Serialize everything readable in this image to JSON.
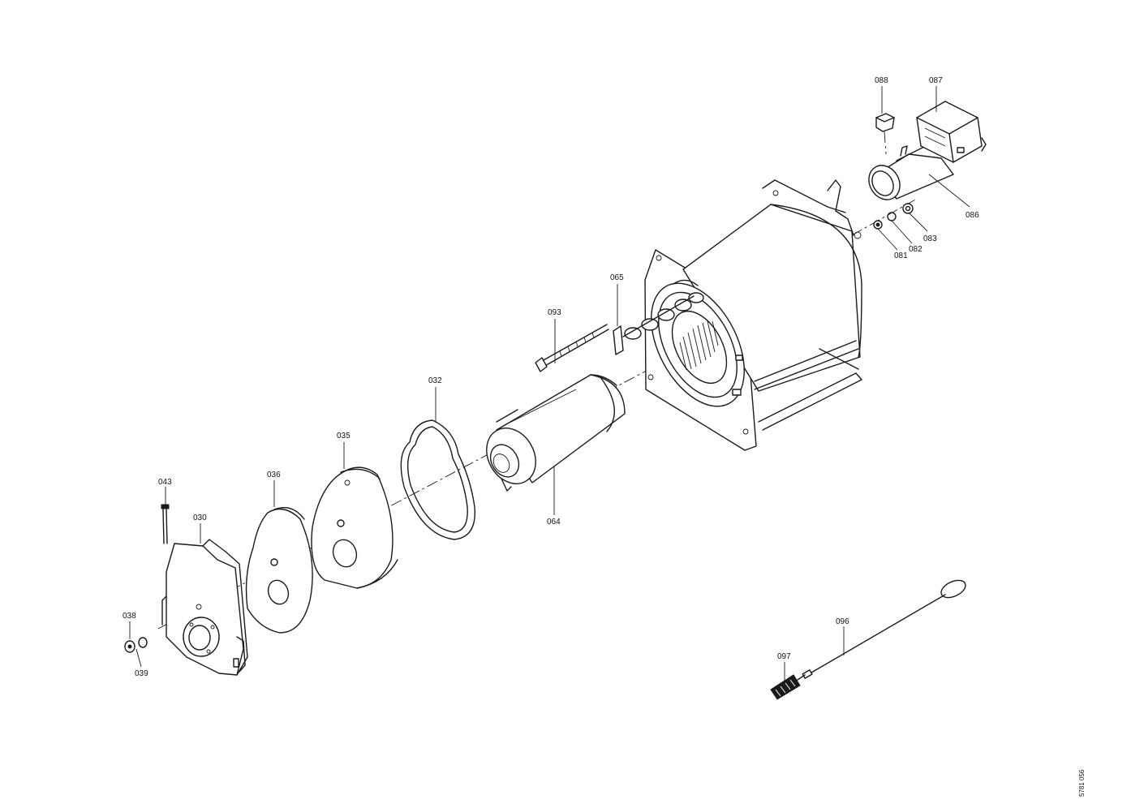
{
  "parts": {
    "p030": "030",
    "p032": "032",
    "p035": "035",
    "p036": "036",
    "p038": "038",
    "p039": "039",
    "p043": "043",
    "p064": "064",
    "p065": "065",
    "p081": "081",
    "p082": "082",
    "p083": "083",
    "p086": "086",
    "p087": "087",
    "p088": "088",
    "p093": "093",
    "p096": "096",
    "p097": "097"
  },
  "drawing_number": "5781 056"
}
